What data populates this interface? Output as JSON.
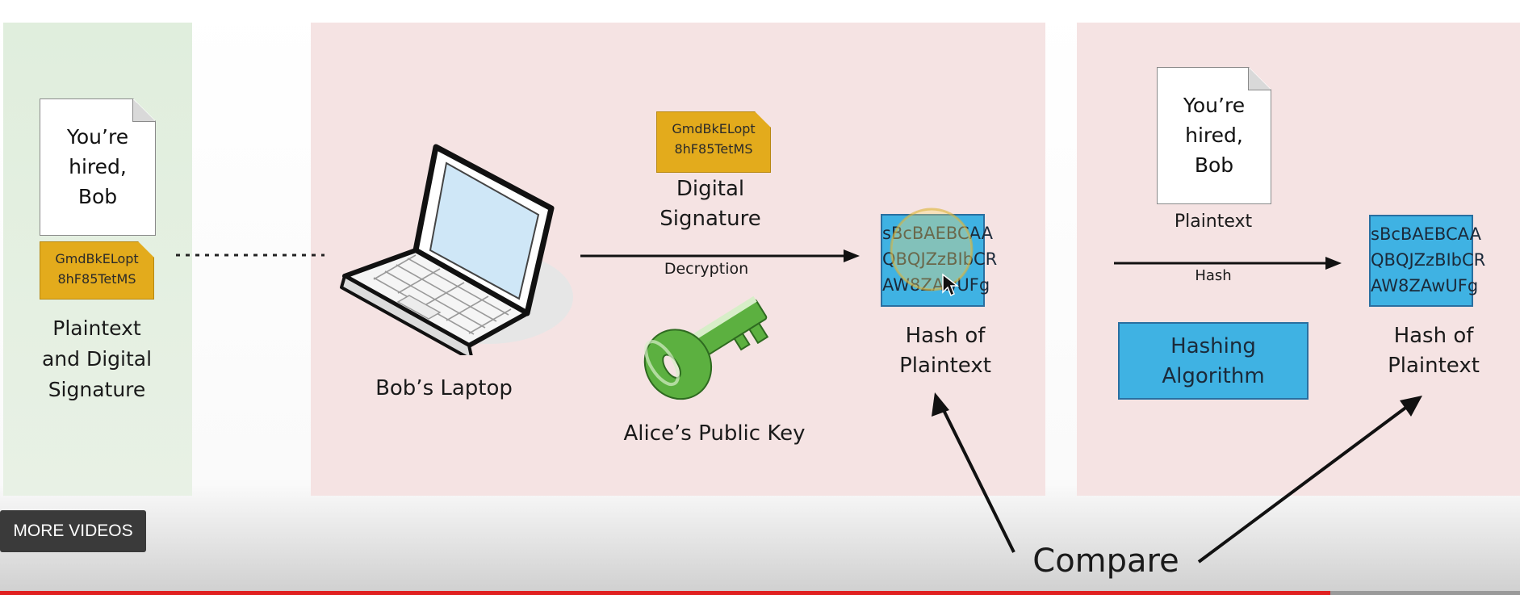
{
  "colors": {
    "left_panel": "#e4f0e1",
    "mid_panel": "#f5e3e3",
    "right_panel": "#f5e3e3",
    "signature_fill": "#e3ab1c",
    "hash_fill": "#3fb2e3",
    "key_green": "#5cb040",
    "progress_red": "#e02020"
  },
  "sender": {
    "doc_lines": [
      "You’re",
      "hired,",
      "Bob"
    ],
    "signature_lines": [
      "GmdBkELopt",
      "8hF85TetMS"
    ],
    "caption_lines": [
      "Plaintext",
      "and Digital",
      "Signature"
    ]
  },
  "laptop": {
    "caption": "Bob’s Laptop"
  },
  "decrypt": {
    "signature_lines": [
      "GmdBkELopt",
      "8hF85TetMS"
    ],
    "signature_caption_lines": [
      "Digital",
      "Signature"
    ],
    "arrow_label": "Decryption",
    "key_caption": "Alice’s Public Key"
  },
  "hash_result_1": {
    "lines": [
      "sBcBAEBCAA",
      "QBQJZzBIbCR",
      "AW8ZAwUFg"
    ],
    "caption_lines": [
      "Hash of",
      "Plaintext"
    ]
  },
  "rehash": {
    "doc_lines": [
      "You’re",
      "hired,",
      "Bob"
    ],
    "doc_caption": "Plaintext",
    "arrow_label": "Hash",
    "algorithm_lines": [
      "Hashing",
      "Algorithm"
    ]
  },
  "hash_result_2": {
    "lines": [
      "sBcBAEBCAA",
      "QBQJZzBIbCR",
      "AW8ZAwUFg"
    ],
    "caption_lines": [
      "Hash of",
      "Plaintext"
    ]
  },
  "compare_label": "Compare",
  "player": {
    "more_videos_label": "MORE VIDEOS",
    "progress_fraction": 0.875
  }
}
